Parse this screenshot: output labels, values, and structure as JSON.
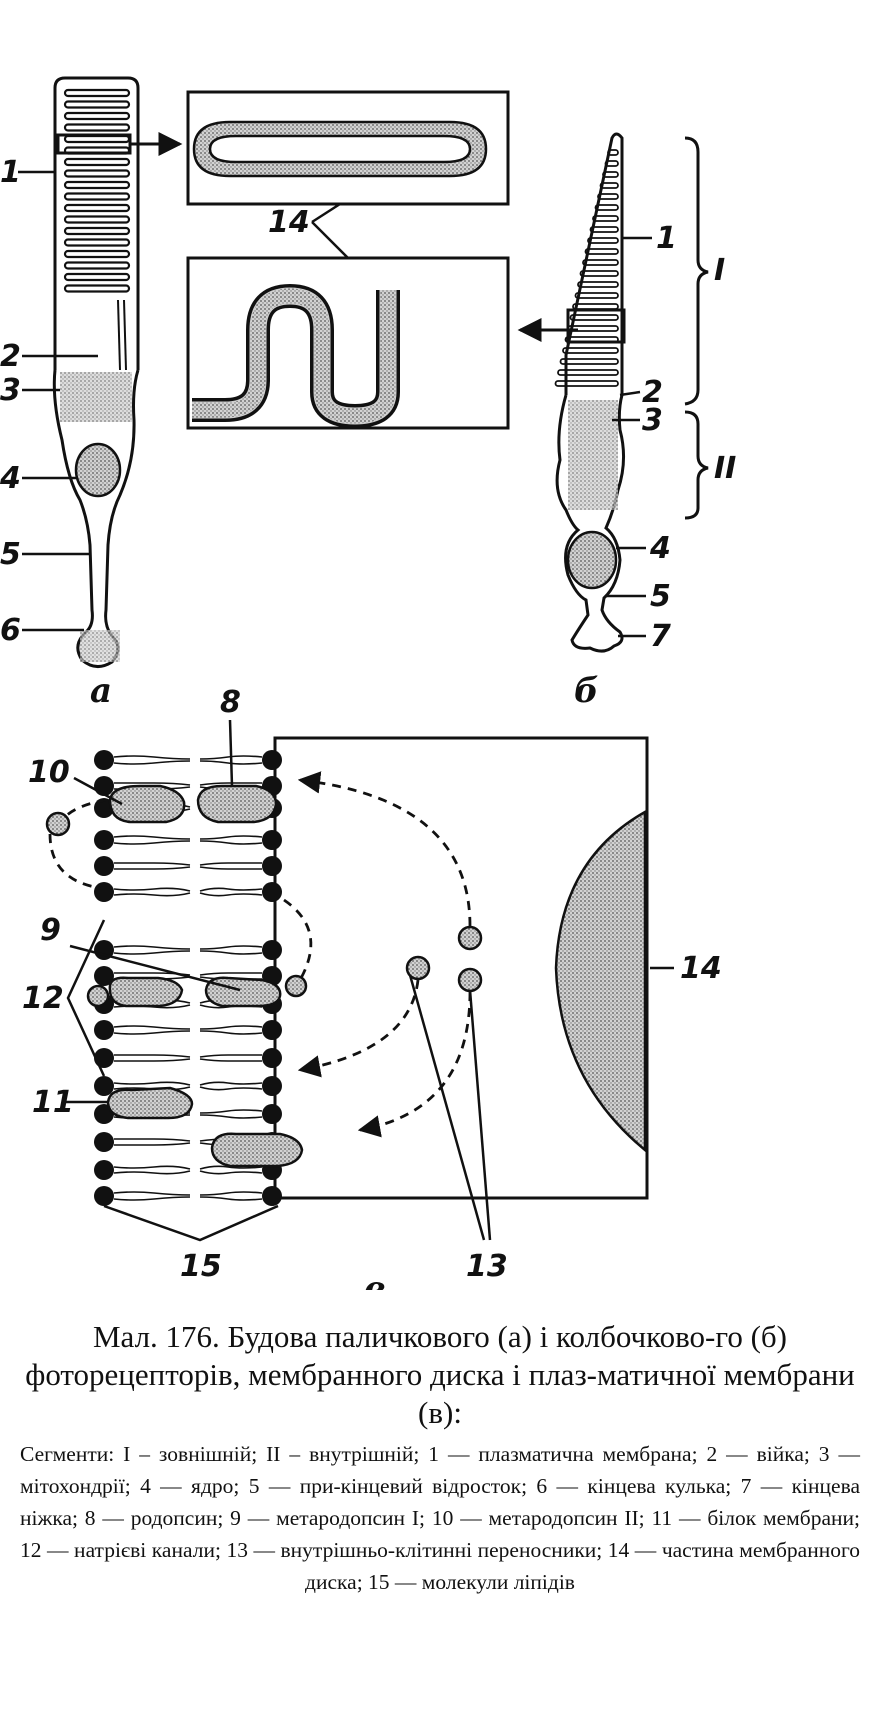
{
  "labels": {
    "rod": [
      "1",
      "2",
      "3",
      "4",
      "5",
      "6"
    ],
    "cone": [
      "1",
      "2",
      "3",
      "4",
      "5",
      "7"
    ],
    "membrane_disc": "14",
    "segments": [
      "I",
      "II"
    ],
    "membrane": [
      "8",
      "10",
      "9",
      "12",
      "11",
      "14",
      "15",
      "13"
    ],
    "subfigures": [
      "а",
      "б",
      "в"
    ]
  },
  "caption": {
    "title": "Мал. 176. Будова паличкового (а) і колбочково-го (б) фоторецепторів, мембранного диска і плаз-матичної мембрани (в):",
    "legend": "Сегменти: І – зовнішній; ІІ – внутрішній; 1 — плазматична мембрана; 2 — війка; 3 — мітохондрії; 4 — ядро; 5 — при-кінцевий відросток; 6 — кінцева кулька; 7 — кінцева ніжка; 8 — родопсин; 9 — метародопсин І; 10 — метародопсин ІІ; 11 — білок мембрани; 12 — натрієві канали; 13 — внутрішньо-клітинні переносники; 14 — частина мембранного диска; 15 — молекули ліпідів"
  },
  "colors": {
    "ink": "#111111",
    "stipple": "#a8a8a8",
    "background": "#ffffff"
  }
}
